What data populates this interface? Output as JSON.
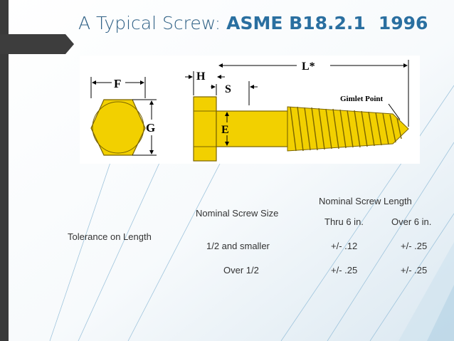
{
  "slide": {
    "title_prefix": "A Typical Screw: ",
    "title_standard": "ASME B18.2.1",
    "title_year": "1996"
  },
  "diagram": {
    "label_f": "F",
    "label_g": "G",
    "label_h": "H",
    "label_s": "S",
    "label_e": "E",
    "label_l": "L*",
    "gimlet_point": "Gimlet Point"
  },
  "table": {
    "row_header": "Tolerance on Length",
    "size_header": "Nominal Screw Size",
    "length_header": "Nominal Screw Length",
    "col_thru": "Thru 6 in.",
    "col_over": "Over 6 in.",
    "rows": [
      {
        "size": "1/2 and smaller",
        "thru": "+/- .12",
        "over": "+/- .25"
      },
      {
        "size": "Over 1/2",
        "thru": "+/- .25",
        "over": "+/- .25"
      }
    ]
  },
  "colors": {
    "title": "#2d5f84",
    "accent": "#2a6fa0",
    "screw_fill": "#f2d000",
    "screw_stroke": "#7a6400"
  }
}
